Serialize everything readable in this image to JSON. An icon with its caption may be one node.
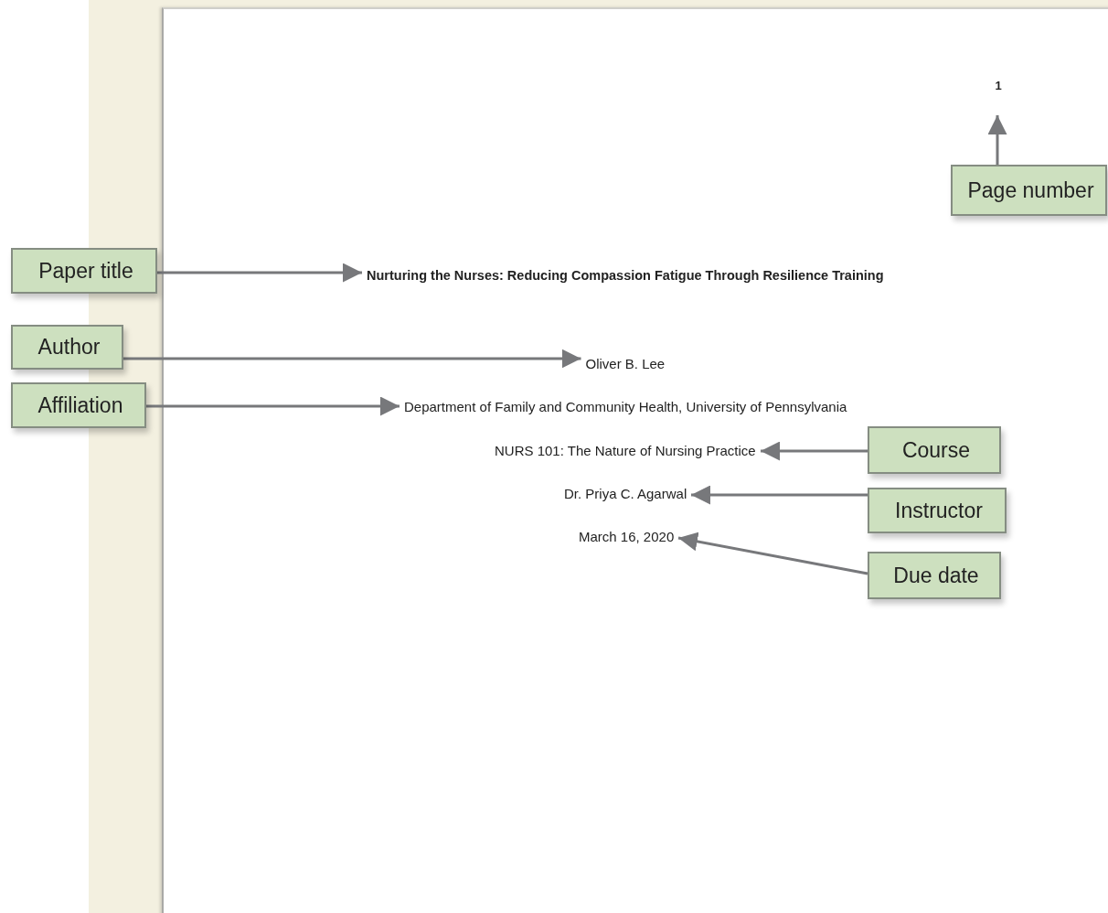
{
  "diagram": {
    "nodes": [
      {
        "text": [
          "1"
        ]
      },
      {
        "text": [
          "Page number"
        ]
      },
      {
        "text": [
          "Paper title"
        ]
      },
      {
        "text": [
          "Nurturing the Nurses: Reducing Compassion Fatigue Through Resilience Training"
        ]
      },
      {
        "text": [
          "Author"
        ]
      },
      {
        "text": [
          "Oliver B. Lee"
        ]
      },
      {
        "text": [
          "Affiliation"
        ]
      },
      {
        "text": [
          "Department of Family and Community Health, University of Pennsylvania"
        ]
      },
      {
        "text": [
          "NURS 101: The Nature of Nursing Practice"
        ]
      },
      {
        "text": [
          "Course"
        ]
      },
      {
        "text": [
          "Dr. Priya C. Agarwal"
        ]
      },
      {
        "text": [
          "Instructor"
        ]
      },
      {
        "text": [
          "March 16, 2020"
        ]
      },
      {
        "text": [
          "Due date"
        ]
      }
    ],
    "edges": [
      {
        "from": 1,
        "to": 0,
        "arrow": "to"
      },
      {
        "from": 2,
        "to": 3,
        "arrow": "to"
      },
      {
        "from": 4,
        "to": 5,
        "arrow": "to"
      },
      {
        "from": 6,
        "to": 7,
        "arrow": "to"
      },
      {
        "from": 9,
        "to": 8,
        "arrow": "to"
      },
      {
        "from": 11,
        "to": 10,
        "arrow": "to"
      },
      {
        "from": 13,
        "to": 12,
        "arrow": "to"
      }
    ]
  }
}
